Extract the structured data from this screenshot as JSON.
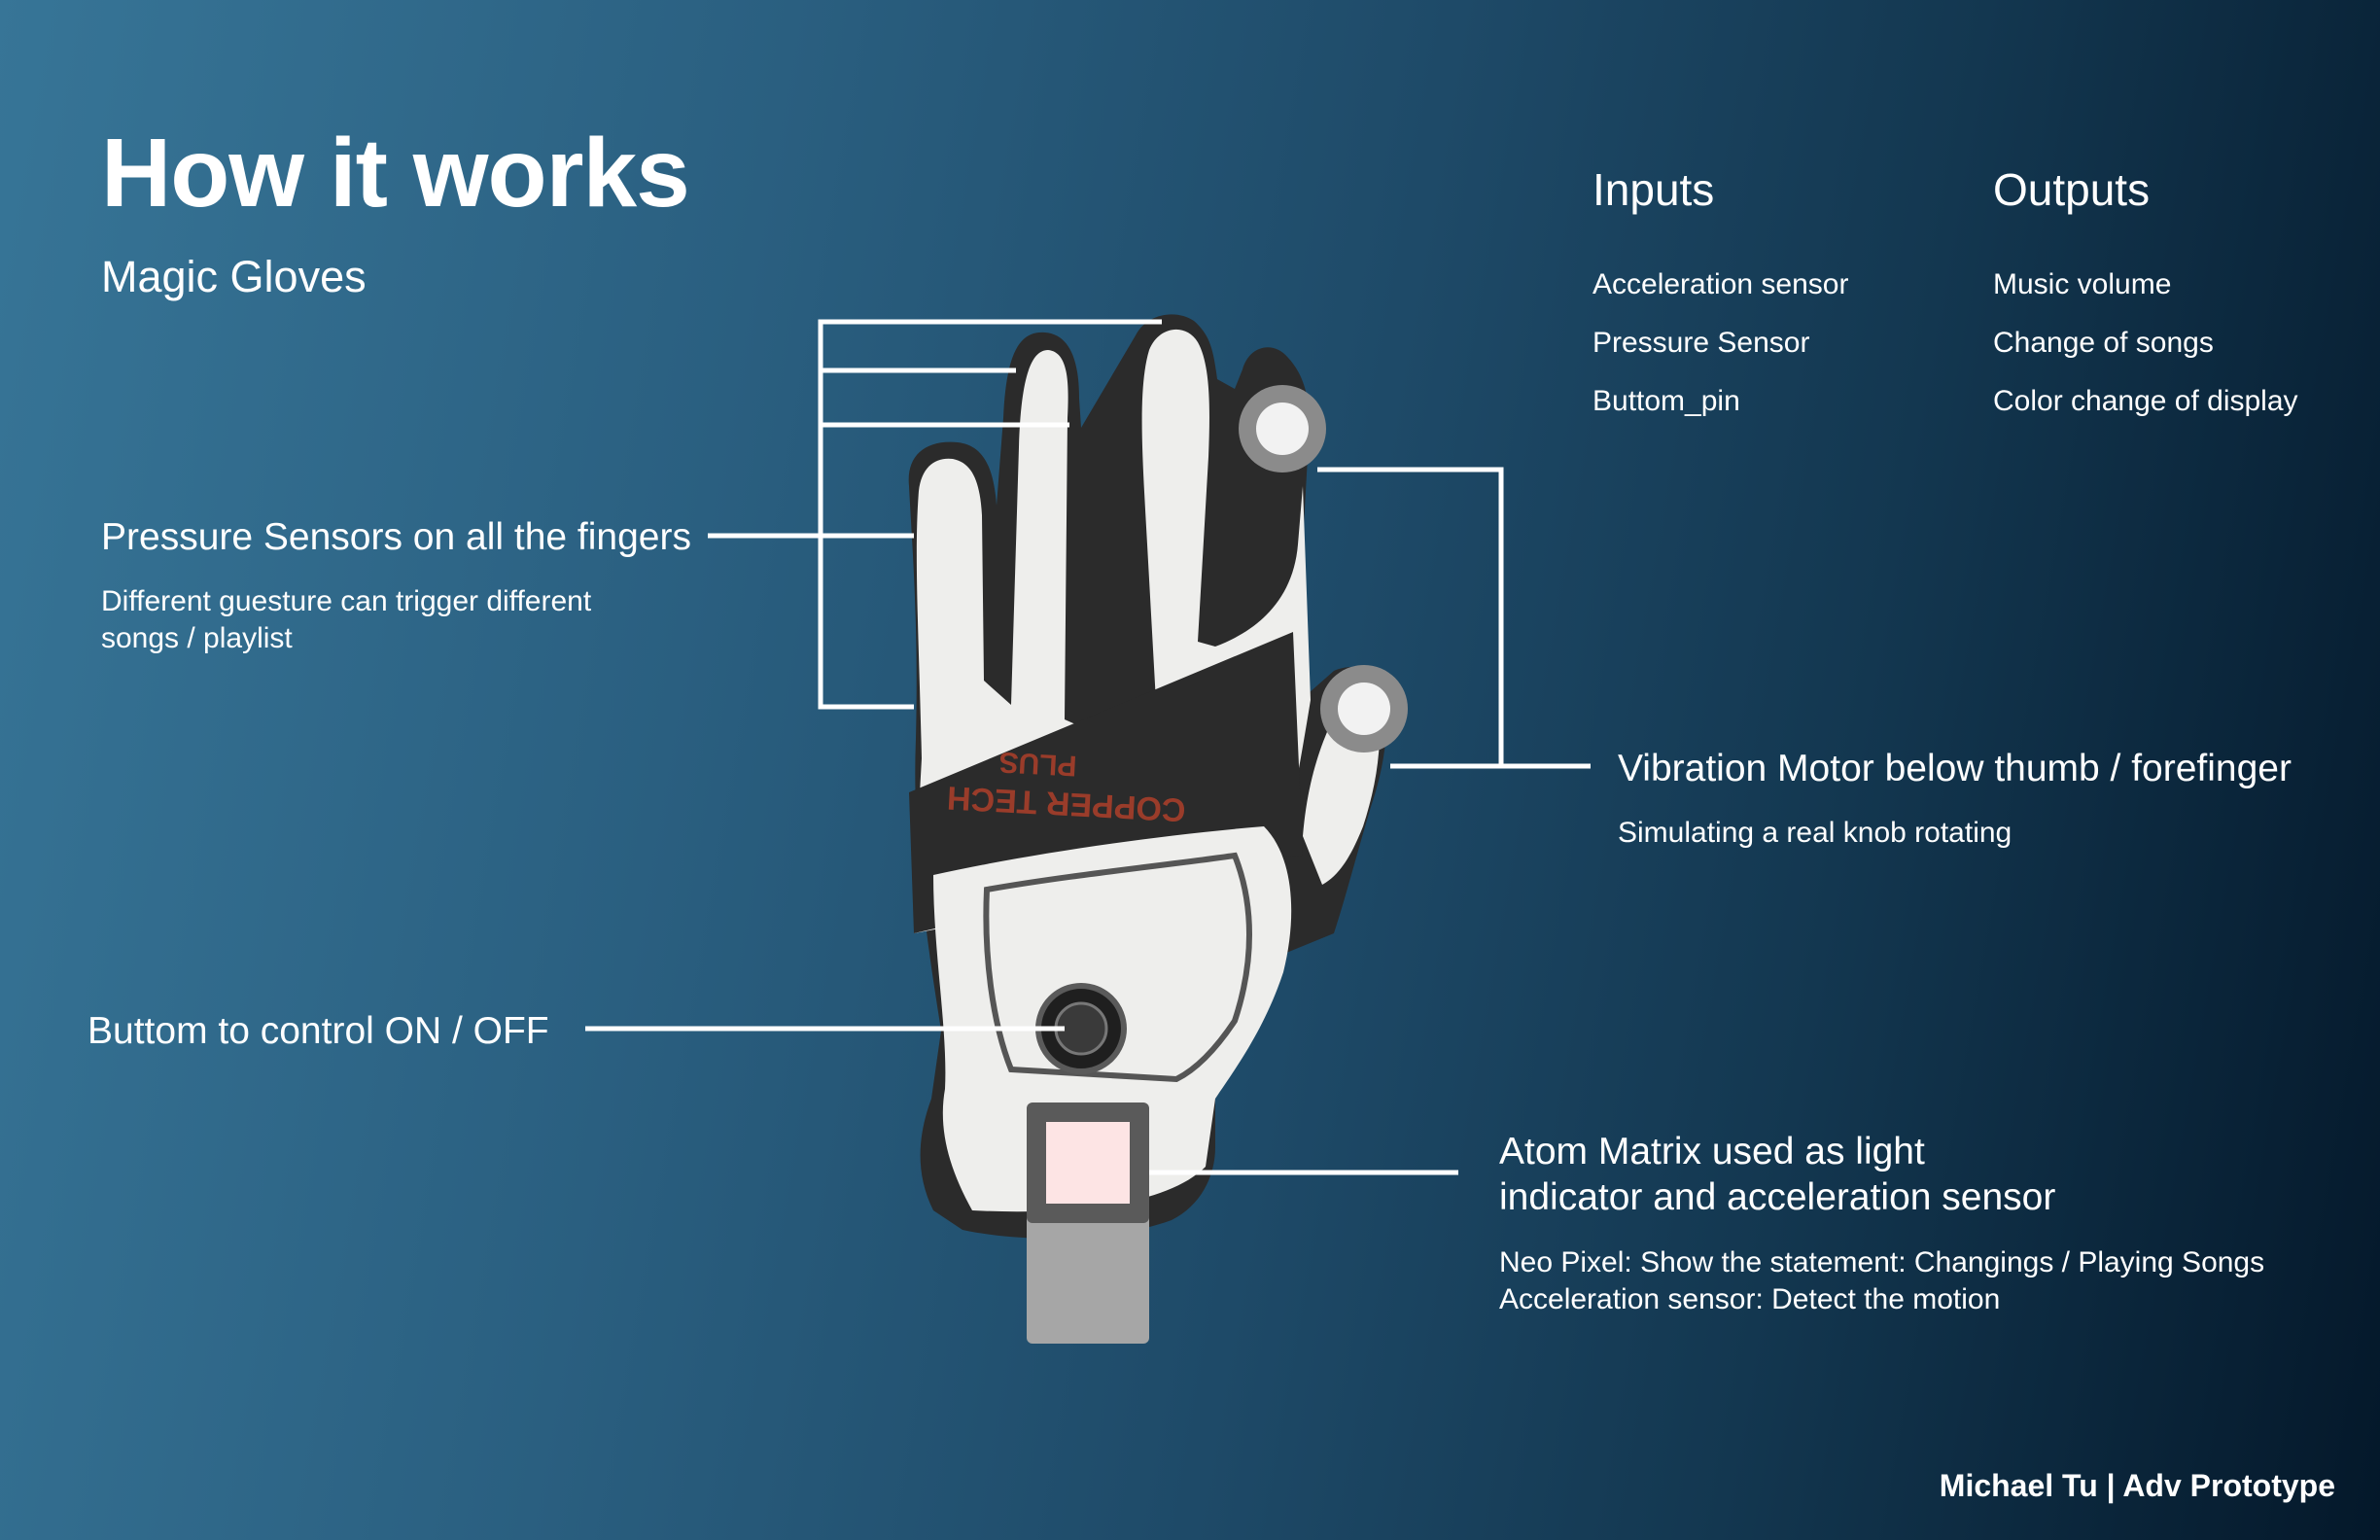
{
  "header": {
    "title": "How it works",
    "subtitle": "Magic Gloves"
  },
  "inputs": {
    "heading": "Inputs",
    "items": [
      "Acceleration sensor",
      "Pressure Sensor",
      "Buttom_pin"
    ]
  },
  "outputs": {
    "heading": "Outputs",
    "items": [
      "Music volume",
      "Change of songs",
      "Color change of display"
    ]
  },
  "callouts": {
    "pressure": {
      "title": "Pressure Sensors on all the fingers",
      "description_lines": [
        "Different guesture can trigger different",
        "songs / playlist"
      ]
    },
    "vibration": {
      "title": "Vibration Motor below thumb / forefinger",
      "description_lines": [
        "Simulating a real knob rotating"
      ]
    },
    "button": {
      "title": "Buttom to control ON / OFF"
    },
    "atom": {
      "title_lines": [
        "Atom Matrix used as light",
        "indicator and acceleration sensor"
      ],
      "description_lines": [
        "Neo Pixel: Show the statement: Changings / Playing Songs",
        "Acceleration sensor: Detect the motion"
      ]
    }
  },
  "glove": {
    "brand_lines": [
      "COPPER TECH",
      "PLUS"
    ]
  },
  "footer": {
    "credit": "Michael Tu | Adv Prototype"
  },
  "colors": {
    "background_left": "#377597",
    "background_right": "#04182a",
    "text": "#ffffff",
    "glove_white": "#eeeeec",
    "glove_black": "#2b2b2b",
    "brand_text": "#9a3c2a",
    "atom_body": "#a6a6a6",
    "atom_frame": "#5a5a5a",
    "atom_led": "#fde4e4",
    "sensor_ring": "#8b8b8b",
    "sensor_dot": "#f2f2f2"
  }
}
